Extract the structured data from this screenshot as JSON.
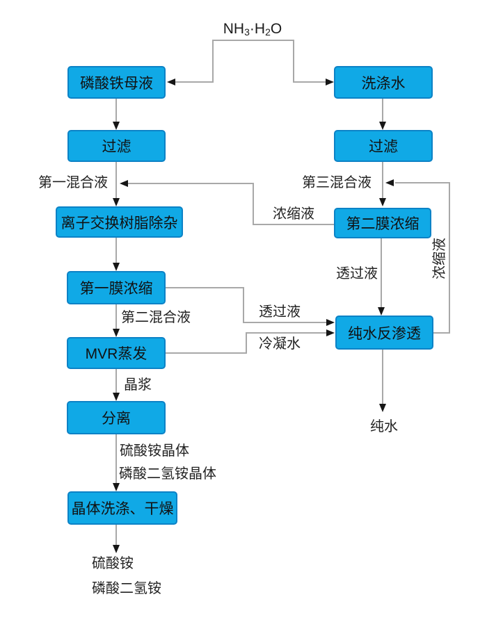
{
  "colors": {
    "box_fill": "#10a9e6",
    "box_border": "#0c82c6",
    "connector_line": "#a8a8a8",
    "arrowhead": "#161616",
    "text": "#1b1b1b",
    "background": "#ffffff"
  },
  "top_input": {
    "parts": [
      "NH",
      "3",
      "·H",
      "2",
      "O"
    ]
  },
  "left_column": {
    "mother_liquor": "磷酸铁母液",
    "filter": "过滤",
    "ion_exchange": "离子交换树脂除杂",
    "first_membrane": "第一膜浓缩",
    "mvr_evaporation": "MVR蒸发",
    "separation": "分离",
    "crystal_washing_drying": "晶体洗涤、干燥"
  },
  "right_column": {
    "washing_water": "洗涤水",
    "filter": "过滤",
    "second_membrane": "第二膜浓缩",
    "reverse_osmosis": "纯水反渗透"
  },
  "stream_labels": {
    "first_mixture": "第一混合液",
    "third_mixture": "第三混合液",
    "concentrate_to_first": "浓缩液",
    "permeate_down": "透过液",
    "second_mixture": "第二混合液",
    "permeate_to_ro": "透过液",
    "condensate": "冷凝水",
    "concentrate_to_third": "浓缩液",
    "crystal_slurry": "晶浆",
    "ammonium_sulfate_crystal": "硫酸铵晶体",
    "monoammonium_phosphate_crystal": "磷酸二氢铵晶体",
    "pure_water": "纯水",
    "ammonium_sulfate": "硫酸铵",
    "monoammonium_phosphate": "磷酸二氢铵"
  }
}
